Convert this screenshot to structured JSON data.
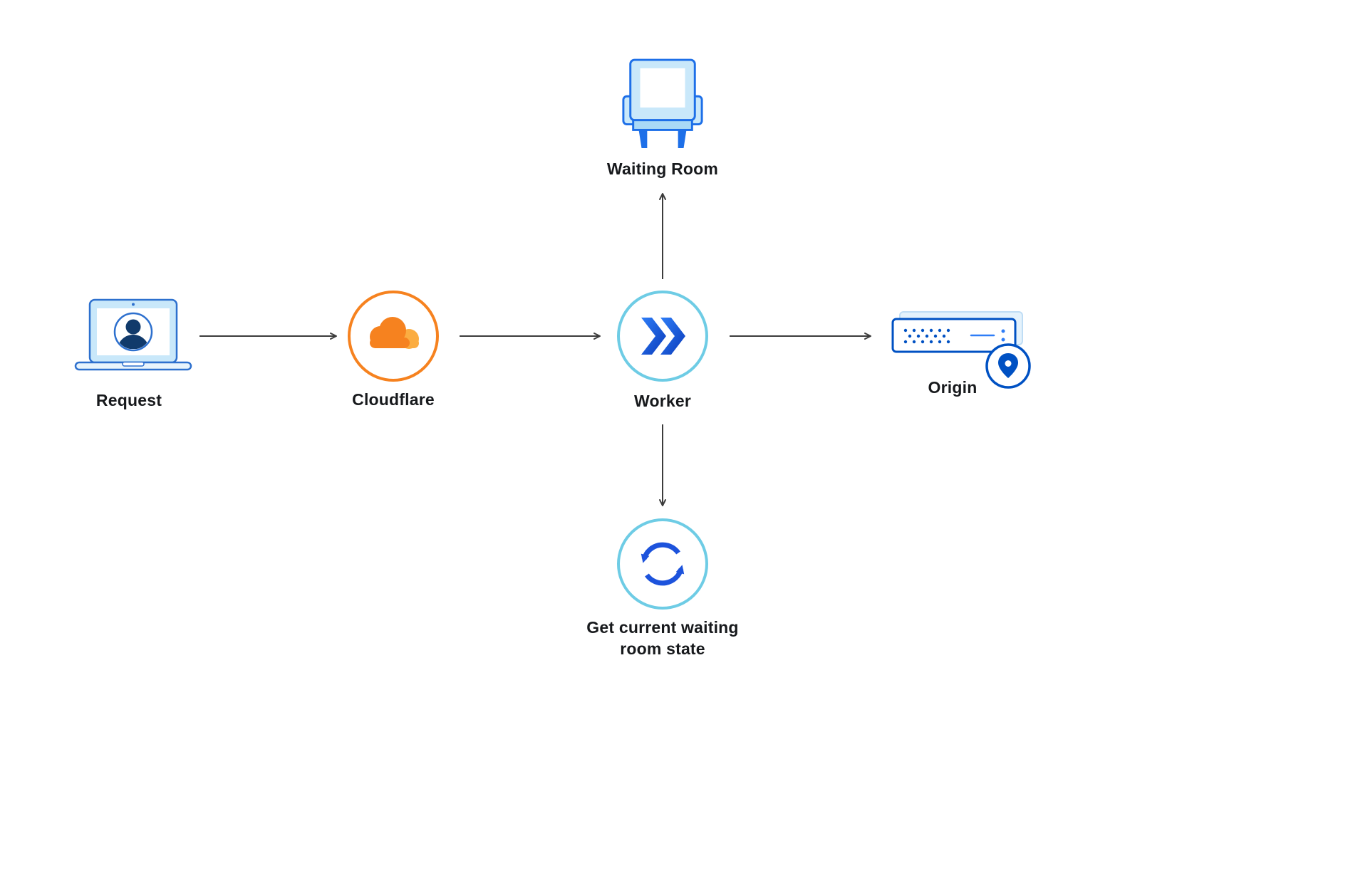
{
  "diagram": {
    "type": "flow",
    "nodes": [
      {
        "id": "request",
        "label": "Request",
        "icon": "laptop-user-icon"
      },
      {
        "id": "cloudflare",
        "label": "Cloudflare",
        "icon": "cloudflare-cloud-icon"
      },
      {
        "id": "worker",
        "label": "Worker",
        "icon": "worker-chevrons-icon"
      },
      {
        "id": "origin",
        "label": "Origin",
        "icon": "origin-server-pin-icon"
      },
      {
        "id": "waiting_room",
        "label": "Waiting Room",
        "icon": "armchair-icon"
      },
      {
        "id": "waiting_room_state",
        "label": "Get current waiting room state",
        "icon": "sync-icon"
      }
    ],
    "edges": [
      {
        "from": "request",
        "to": "cloudflare"
      },
      {
        "from": "cloudflare",
        "to": "worker"
      },
      {
        "from": "worker",
        "to": "origin"
      },
      {
        "from": "worker",
        "to": "waiting_room"
      },
      {
        "from": "worker",
        "to": "waiting_room_state"
      }
    ],
    "colors": {
      "cloudflare_orange": "#F6821F",
      "cloudflare_orange_light": "#FBAD41",
      "brand_blue": "#0051C3",
      "bright_blue": "#1D6FE8",
      "worker_blue": "#1D53DC",
      "light_blue_ring": "#6ECCE5",
      "pale_blue_fill": "#C9E8FA",
      "arrow": "#3C3C3C",
      "text": "#17191C",
      "background": "#FFFFFF"
    }
  }
}
